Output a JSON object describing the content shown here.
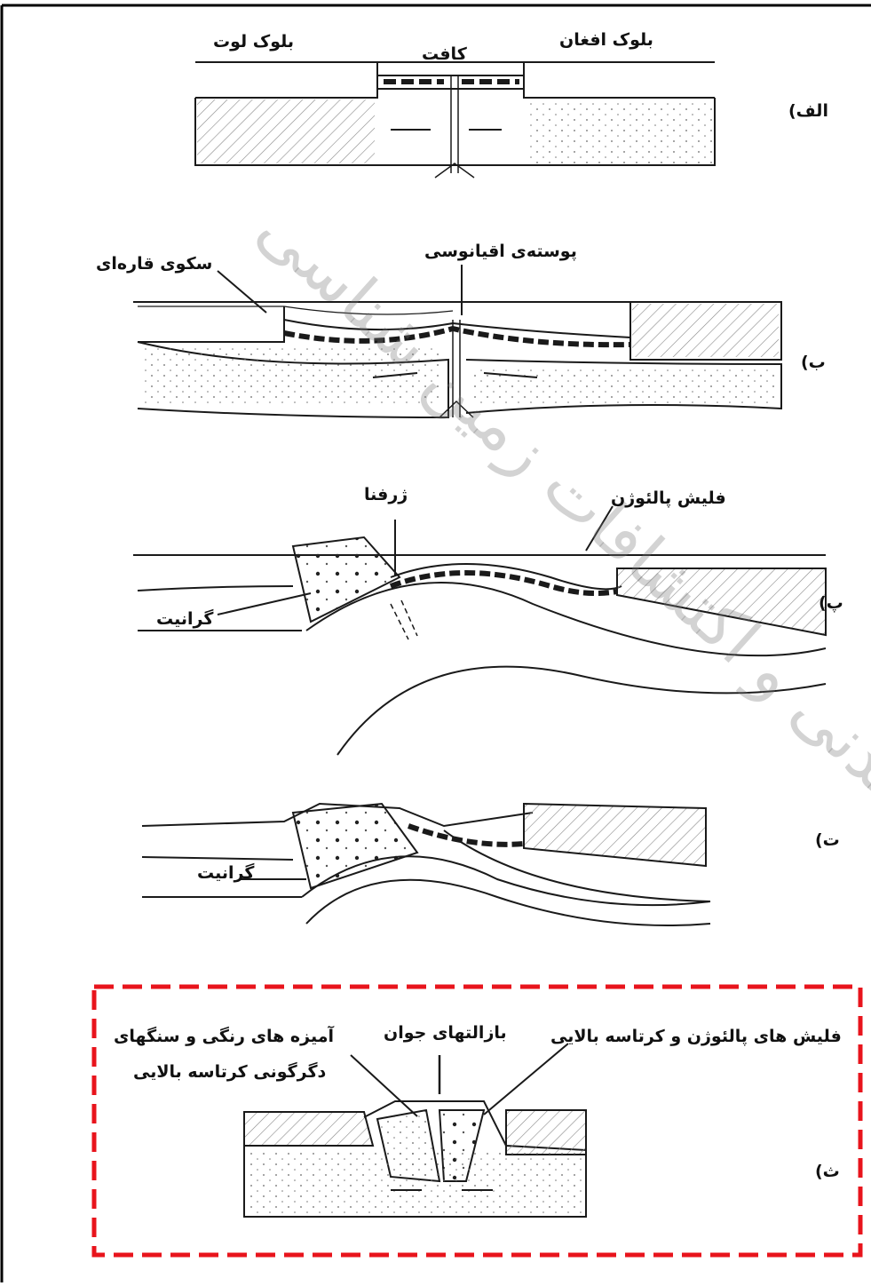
{
  "panels": {
    "a": {
      "tag": "الف)",
      "lut": "بلوک لوت",
      "afghan": "بلوک افغان",
      "rift": "کافت"
    },
    "b": {
      "tag": "ب)",
      "oceanic_crust": "پوسته‌ی اقیانوسی",
      "platform": "سکوی قاره‌ای"
    },
    "c": {
      "tag": "پ)",
      "trench": "ژرفنا",
      "flysch": "فلیش پالئوژن",
      "granite": "گرانیت"
    },
    "d": {
      "tag": "ت)",
      "granite": "گرانیت"
    },
    "e": {
      "tag": "ث)",
      "melange_line1": "آمیزه های رنگی و سنگهای",
      "melange_line2": "دگرگونی کرتاسه بالایی",
      "basalts": "بازالتهای جوان",
      "flysch": "فلیش های پالئوژن و کرتاسه بالایی"
    }
  },
  "watermark": "نقشه برداری معدنی و اکتشافات زمین شناسی",
  "colors": {
    "highlight_border": "#e8141c",
    "ink": "#1a1a1a"
  }
}
